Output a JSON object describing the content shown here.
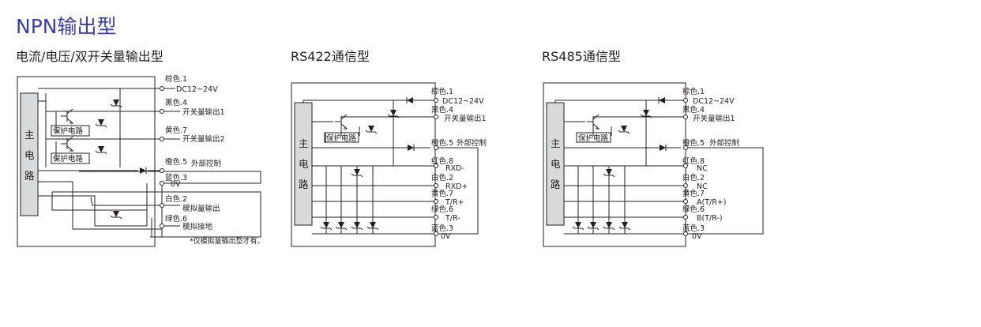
{
  "page_title": "NPN输出型",
  "diagrams": [
    {
      "title": "电流/电压/双开关量输出型",
      "main_circuit": [
        "主",
        "电",
        "路"
      ],
      "protection": [
        "保护电路",
        "保护电路"
      ],
      "wires": [
        {
          "color": "棕色.1",
          "label": "DC12~24V"
        },
        {
          "color": "黑色.4",
          "label": "开关量输出1"
        },
        {
          "color": "黄色.7",
          "label": "开关量输出2"
        },
        {
          "color": "橙色.5",
          "label": "外部控制"
        },
        {
          "color": "蓝色.3",
          "label": "0V"
        },
        {
          "color": "白色.2",
          "label": "模拟量输出"
        },
        {
          "color": "绿色.6",
          "label": "模拟接地"
        }
      ],
      "note": "*仅模拟量输出型才有。"
    },
    {
      "title": "RS422通信型",
      "main_circuit": [
        "主",
        "电",
        "路"
      ],
      "protection": [
        "保护电路"
      ],
      "wires": [
        {
          "color": "棕色.1",
          "label": "DC12~24V"
        },
        {
          "color": "黑色.4",
          "label": "开关量输出1"
        },
        {
          "color": "橙色.5",
          "label": "外部控制"
        },
        {
          "color": "红色.8",
          "label": "RXD-"
        },
        {
          "color": "白色.2",
          "label": "RXD+"
        },
        {
          "color": "黄色.7",
          "label": "T/R+"
        },
        {
          "color": "绿色.6",
          "label": "T/R-"
        },
        {
          "color": "蓝色.3",
          "label": "0V"
        }
      ]
    },
    {
      "title": "RS485通信型",
      "main_circuit": [
        "主",
        "电",
        "路"
      ],
      "protection": [
        "保护电路"
      ],
      "wires": [
        {
          "color": "棕色.1",
          "label": "DC12~24V"
        },
        {
          "color": "黑色.4",
          "label": "开关量输出1"
        },
        {
          "color": "橙色.5",
          "label": "外部控制"
        },
        {
          "color": "红色.8",
          "label": "NC"
        },
        {
          "color": "白色.2",
          "label": "NC"
        },
        {
          "color": "黄色.7",
          "label": "A(T/R+)"
        },
        {
          "color": "绿色.6",
          "label": "B(T/R-)"
        },
        {
          "color": "蓝色.3",
          "label": "0V"
        }
      ]
    }
  ],
  "colors": {
    "title": "#3b3fa0",
    "line": "#231f20",
    "main_box": "#d9dadb"
  }
}
